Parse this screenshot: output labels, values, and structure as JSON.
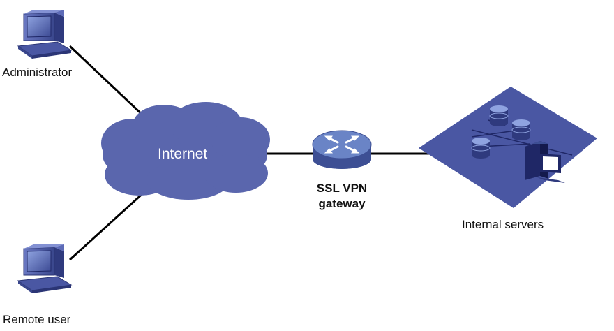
{
  "nodes": {
    "administrator": {
      "label": "Administrator",
      "icon": "desktop-computer-icon"
    },
    "remote_user": {
      "label": "Remote user",
      "icon": "desktop-computer-icon"
    },
    "internet": {
      "label": "Internet",
      "icon": "cloud-icon"
    },
    "gateway": {
      "label_line1": "SSL VPN",
      "label_line2": "gateway",
      "icon": "router-icon"
    },
    "internal_servers": {
      "label": "Internal servers",
      "icon": "server-network-icon"
    }
  },
  "colors": {
    "cloud": "#5a66ad",
    "router_top": "#6a84c6",
    "router_side": "#3d4f94",
    "platform": "#4a57a3",
    "link": "#000000",
    "label_text": "#111111"
  }
}
